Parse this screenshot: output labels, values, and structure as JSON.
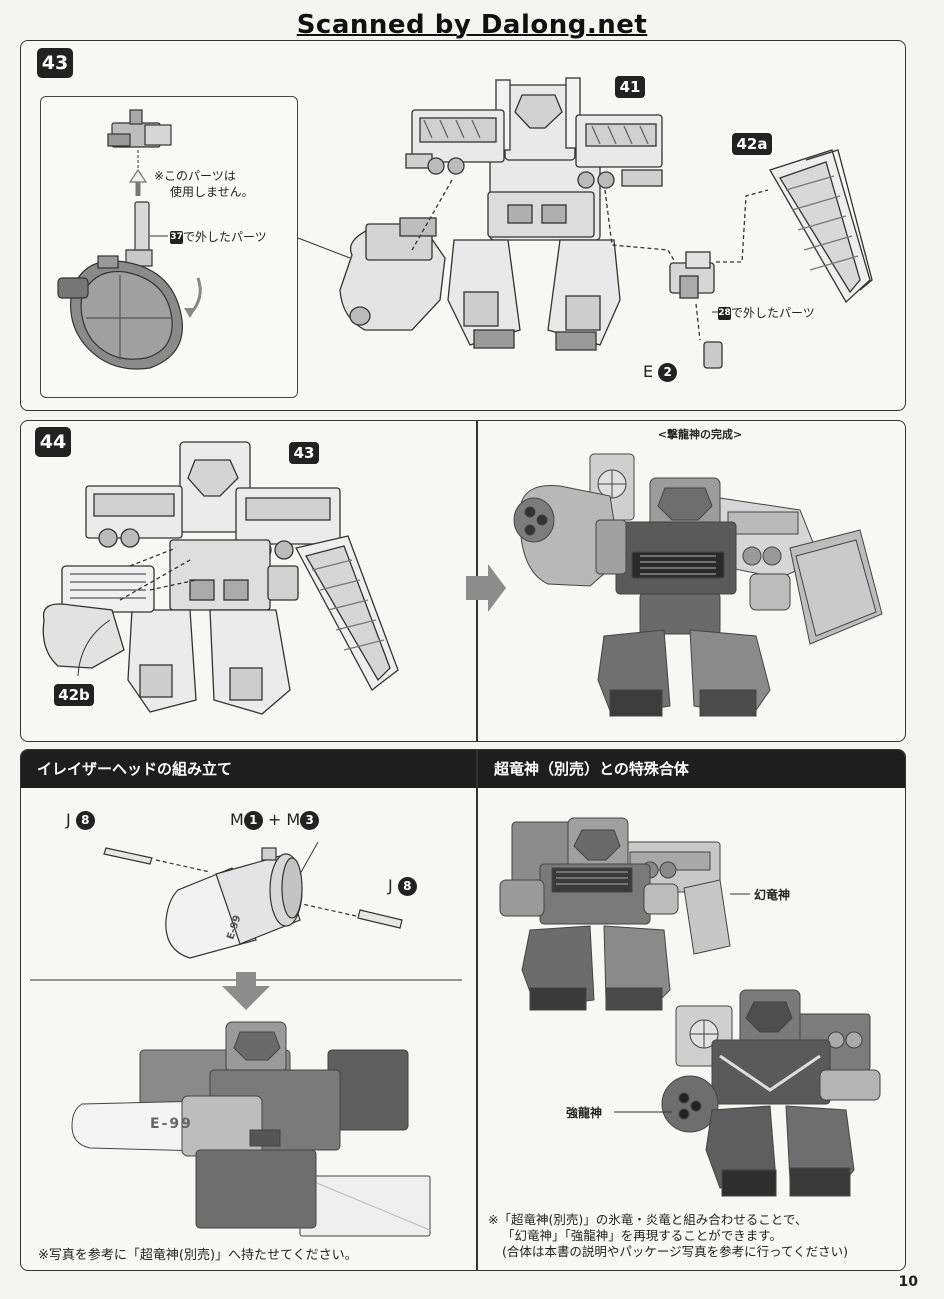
{
  "watermark": "Scanned by Dalong.net",
  "page_number": "10",
  "step43": {
    "number": "43",
    "ref_41": "41",
    "ref_42a": "42a",
    "unused_note_line1": "※このパーツは",
    "unused_note_line2": "使用しません。",
    "removed_ref_37": "37",
    "removed_label_37": "で外したパーツ",
    "removed_ref_28": "28",
    "removed_label_28": "で外したパーツ",
    "part_e_letter": "E",
    "part_e_number": "2"
  },
  "step44": {
    "number": "44",
    "ref_43": "43",
    "ref_42b": "42b",
    "complete_caption": "<撃龍神の完成>"
  },
  "eraser_head": {
    "title": "イレイザーヘッドの組み立て",
    "part_j_left_letter": "J",
    "part_j_left_number": "8",
    "part_m1_letter": "M",
    "part_m1_number": "1",
    "plus": "+",
    "part_m3_letter": "M",
    "part_m3_number": "3",
    "part_j_right_letter": "J",
    "part_j_right_number": "8",
    "barrel_marking": "E-99",
    "footnote": "※写真を参考に「超竜神(別売)」へ持たせてください。"
  },
  "special_combine": {
    "title": "超竜神（別売）との特殊合体",
    "label_genryujin": "幻竜神",
    "label_kyoryujin": "強龍神",
    "note_line1": "※「超竜神(別売)」の氷竜・炎竜と組み合わせることで、",
    "note_line2": "「幻竜神」「強龍神」を再現することができます。",
    "note_line3": "(合体は本書の説明やパッケージ写真を参考に行ってください)"
  }
}
